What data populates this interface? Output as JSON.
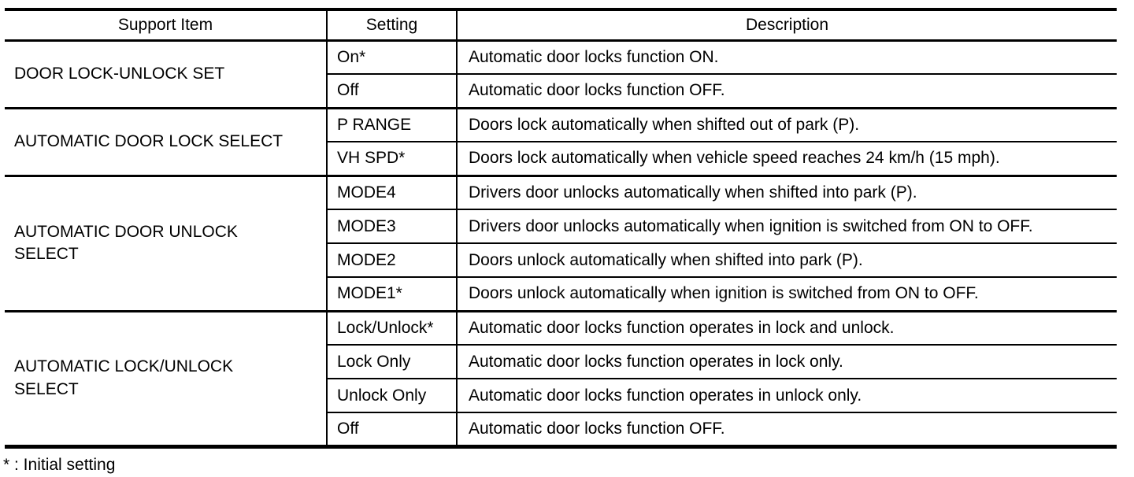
{
  "table": {
    "headers": {
      "item": "Support Item",
      "setting": "Setting",
      "description": "Description"
    },
    "groups": [
      {
        "item": "DOOR LOCK-UNLOCK SET",
        "rows": [
          {
            "setting": "On*",
            "description": "Automatic door locks function ON."
          },
          {
            "setting": "Off",
            "description": "Automatic door locks function OFF."
          }
        ]
      },
      {
        "item": "AUTOMATIC DOOR LOCK SELECT",
        "rows": [
          {
            "setting": "P RANGE",
            "description": "Doors lock automatically when shifted out of park (P)."
          },
          {
            "setting": "VH SPD*",
            "description": "Doors lock automatically when vehicle speed reaches 24 km/h (15 mph)."
          }
        ]
      },
      {
        "item": "AUTOMATIC DOOR UNLOCK SELECT",
        "rows": [
          {
            "setting": "MODE4",
            "description": "Drivers door unlocks automatically when shifted into park (P)."
          },
          {
            "setting": "MODE3",
            "description": "Drivers door unlocks automatically when ignition is switched from ON to OFF."
          },
          {
            "setting": "MODE2",
            "description": "Doors unlock automatically when shifted into park (P)."
          },
          {
            "setting": "MODE1*",
            "description": "Doors unlock automatically when ignition is switched from ON to OFF."
          }
        ]
      },
      {
        "item": "AUTOMATIC LOCK/UNLOCK SELECT",
        "rows": [
          {
            "setting": "Lock/Unlock*",
            "description": "Automatic door locks function operates in lock and unlock."
          },
          {
            "setting": "Lock Only",
            "description": "Automatic door locks function operates in lock only."
          },
          {
            "setting": "Unlock Only",
            "description": "Automatic door locks function operates in unlock only."
          },
          {
            "setting": "Off",
            "description": "Automatic door locks function OFF."
          }
        ]
      }
    ],
    "footnote": "* : Initial setting"
  }
}
